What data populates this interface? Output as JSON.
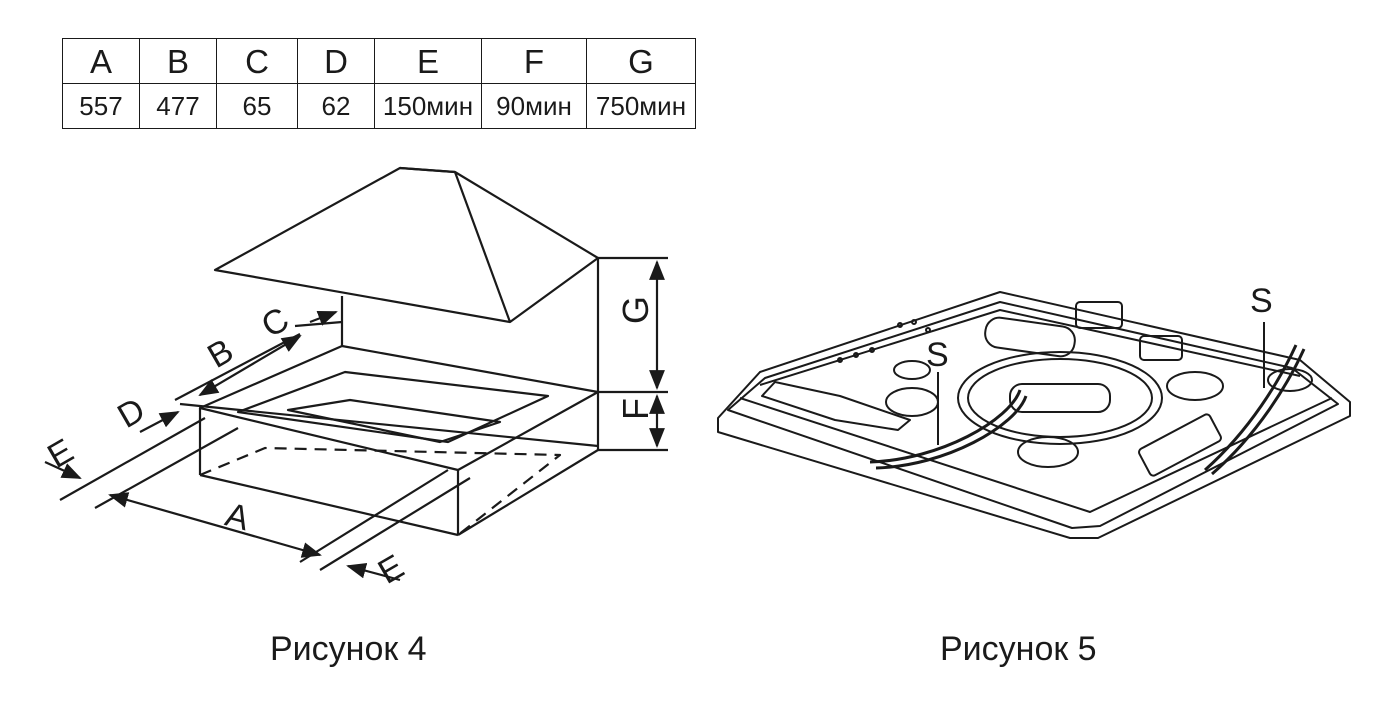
{
  "table": {
    "headers": [
      "A",
      "B",
      "C",
      "D",
      "E",
      "F",
      "G"
    ],
    "values": [
      "557",
      "477",
      "65",
      "62",
      "150мин",
      "90мин",
      "750мин"
    ]
  },
  "figure4": {
    "caption": "Рисунок 4",
    "labels": {
      "A": "A",
      "B": "B",
      "C": "C",
      "D": "D",
      "E_left": "E",
      "E_right": "E",
      "F": "F",
      "G": "G"
    }
  },
  "figure5": {
    "caption": "Рисунок 5",
    "labels": {
      "S_left": "S",
      "S_right": "S"
    }
  }
}
